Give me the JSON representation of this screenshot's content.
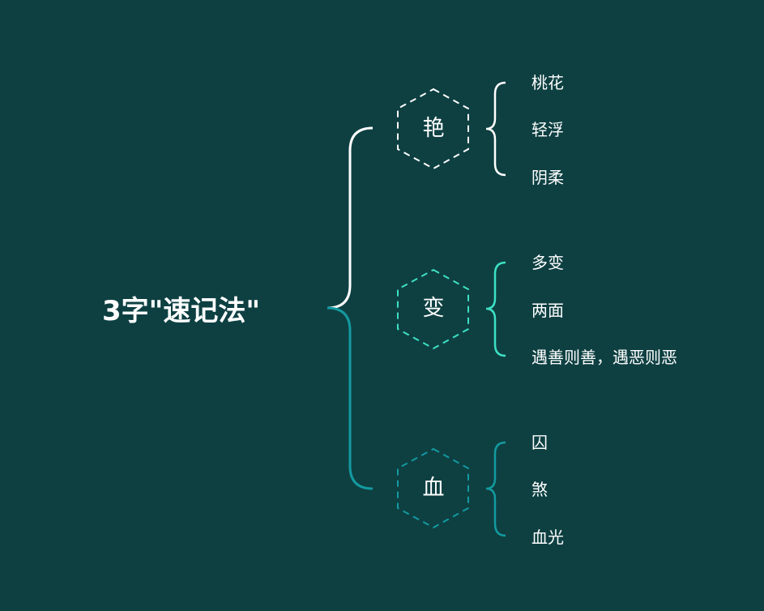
{
  "title": "3字\"速记法\"",
  "branches": [
    {
      "key": "艳",
      "color": "#ffffff",
      "items": [
        "桃花",
        "轻浮",
        "阴柔"
      ]
    },
    {
      "key": "变",
      "color": "#3ee0c4",
      "items": [
        "多变",
        "两面",
        "遇善则善，遇恶则恶"
      ]
    },
    {
      "key": "血",
      "color": "#139aa0",
      "items": [
        "囚",
        "煞",
        "血光"
      ]
    }
  ]
}
